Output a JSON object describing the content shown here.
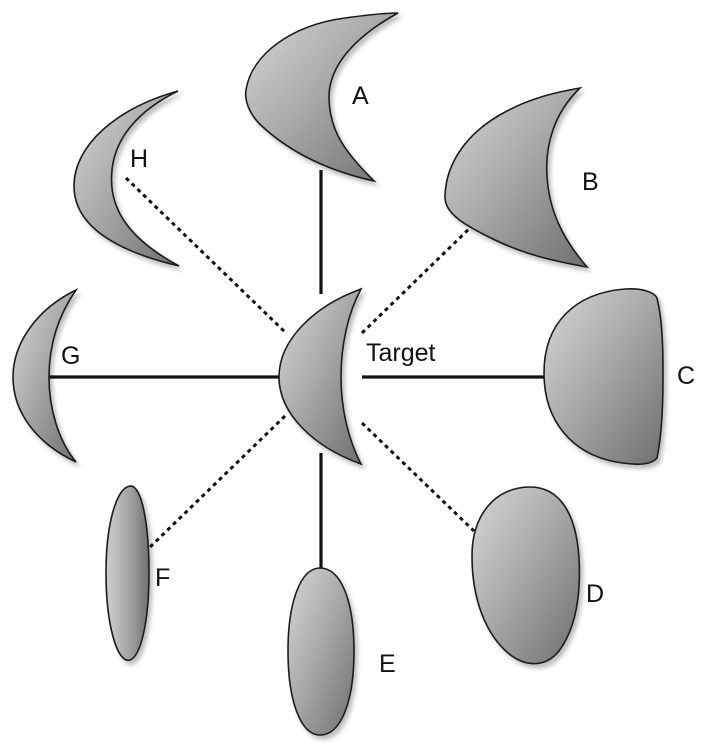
{
  "diagram": {
    "center_label": "Target",
    "shape_labels": {
      "a": "A",
      "b": "B",
      "c": "C",
      "d": "D",
      "e": "E",
      "f": "F",
      "g": "G",
      "h": "H"
    },
    "connector_styles": {
      "a": "solid",
      "b": "dotted",
      "c": "solid",
      "d": "dotted",
      "e": "solid",
      "f": "dotted",
      "g": "solid",
      "h": "dotted"
    },
    "colors": {
      "background": "#ffffff",
      "shape_light": "#d8d8d8",
      "shape_dark": "#6f6f6f",
      "lines": "#111111"
    }
  }
}
